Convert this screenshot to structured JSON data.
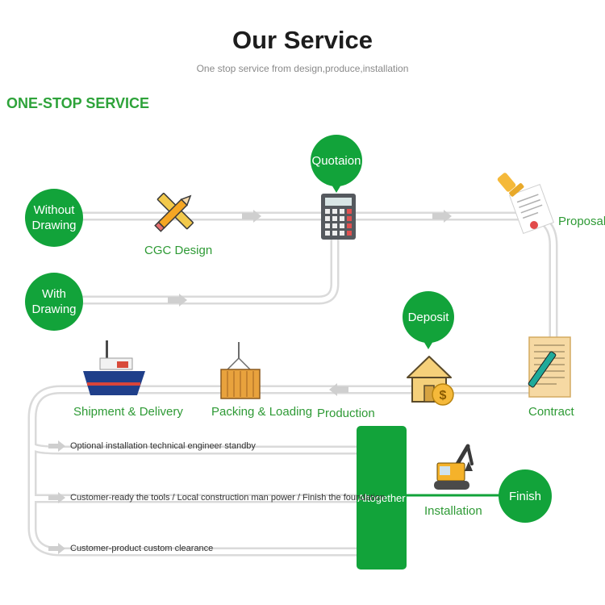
{
  "header": {
    "title": "Our Service",
    "subtitle": "One stop service from design,produce,installation"
  },
  "section_title": "ONE-STOP SERVICE",
  "nodes": {
    "without_drawing": [
      "Without",
      "Drawing"
    ],
    "with_drawing": [
      "With",
      "Drawing"
    ],
    "quotation": "Quotaion",
    "deposit": "Deposit",
    "altogether": "Altogether",
    "finish": "Finish"
  },
  "labels": {
    "cgc_design": "CGC Design",
    "proposal": "Proposal",
    "contract": "Contract",
    "production": "Production",
    "packing_loading": "Packing & Loading",
    "shipment_delivery": "Shipment & Delivery",
    "installation": "Installation"
  },
  "lanes": [
    "Optional installation technical engineer standby",
    "Customer-ready the tools / Local construction man power / Finish the foundation",
    "Customer-product custom clearance"
  ],
  "colors": {
    "green": "#12a33a",
    "label_green": "#2e9a35",
    "track": "#e6e6e6"
  }
}
